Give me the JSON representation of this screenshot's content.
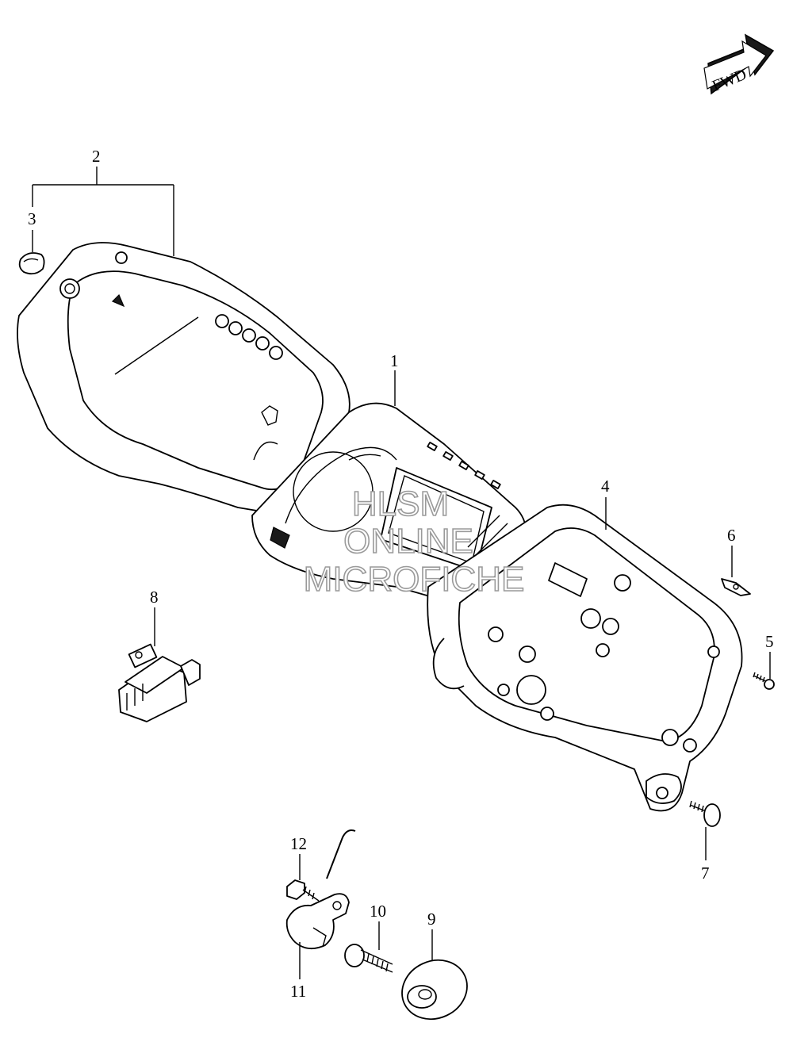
{
  "fwd_badge": {
    "label": "FWD"
  },
  "watermark": {
    "line1": "HLSM",
    "line2": "ONLINE",
    "line3": "MICROFICHE"
  },
  "callouts": {
    "c1": "1",
    "c2": "2",
    "c3": "3",
    "c4": "4",
    "c5": "5",
    "c6": "6",
    "c7": "7",
    "c8": "8",
    "c9": "9",
    "c10": "10",
    "c11": "11",
    "c12": "12"
  }
}
